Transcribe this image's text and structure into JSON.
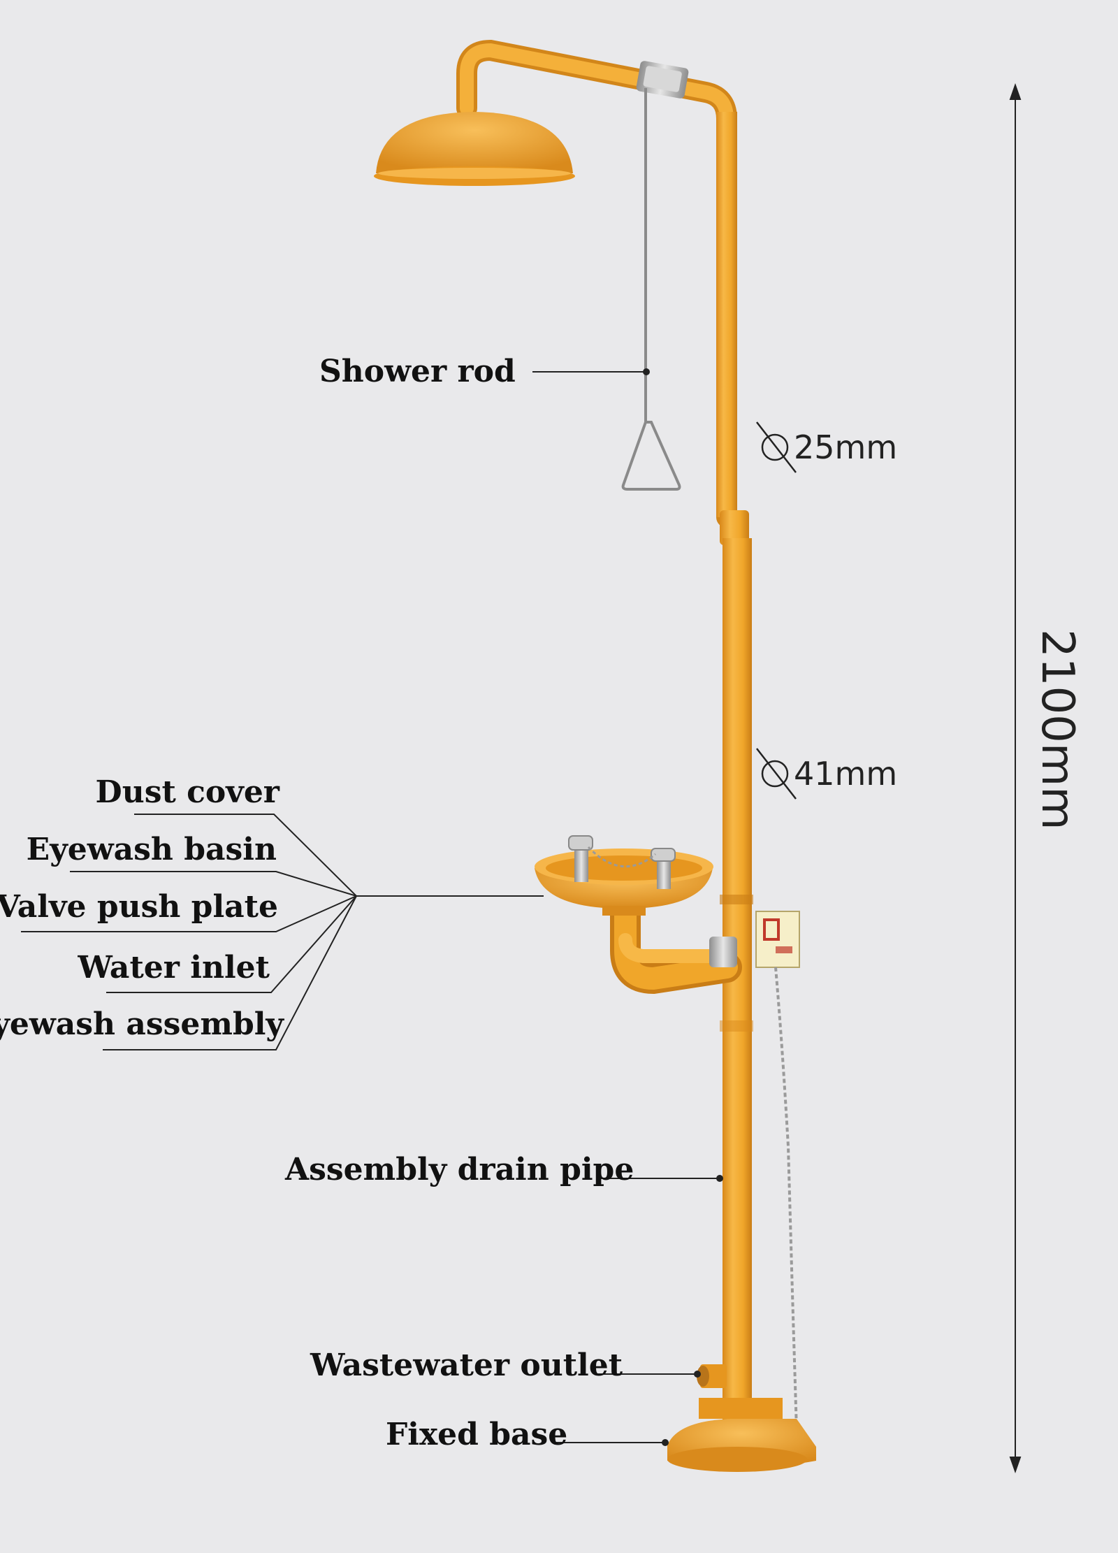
{
  "labels": {
    "shower_rod": "Shower rod",
    "dust_cover": "Dust cover",
    "eyewash_basin": "Eyewash basin",
    "valve_push_plate": "Valve push plate",
    "water_inlet": "Water inlet",
    "eyewash_assembly": "Eyewash assembly",
    "assembly_drain_pipe": "Assembly drain pipe",
    "wastewater_outlet": "Wastewater outlet",
    "fixed_base": "Fixed base"
  },
  "dimensions": {
    "pipe_upper": "25mm",
    "pipe_lower": "41mm",
    "total_height": "2100mm"
  },
  "colors": {
    "background": "#e9e9eb",
    "pipe": "#f0a62a",
    "pipe_shadow": "#d2861a",
    "metal": "#b9b9b9",
    "line": "#222222"
  }
}
